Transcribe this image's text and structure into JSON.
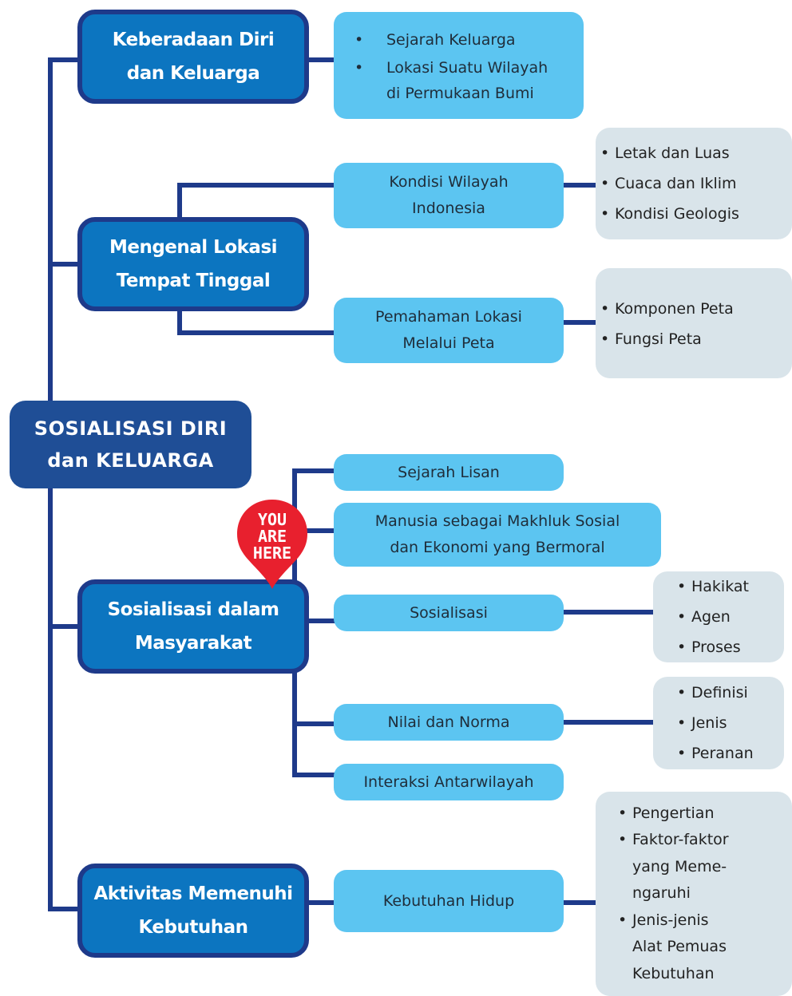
{
  "root": {
    "line1": "SOSIALISASI DIRI",
    "line2": "dan KELUARGA"
  },
  "topics": [
    {
      "title": [
        "Keberadaan Diri",
        "dan Keluarga"
      ],
      "items": [
        "Sejarah Keluarga",
        "Lokasi Suatu Wilayah",
        "di Permukaan Bumi"
      ]
    },
    {
      "title": [
        "Mengenal Lokasi",
        "Tempat Tinggal"
      ],
      "subs": [
        {
          "label": [
            "Kondisi Wilayah",
            "Indonesia"
          ],
          "details": [
            "Letak dan Luas",
            "Cuaca dan Iklim",
            "Kondisi Geologis"
          ]
        },
        {
          "label": [
            "Pemahaman Lokasi",
            "Melalui Peta"
          ],
          "details": [
            "Komponen Peta",
            "Fungsi Peta"
          ]
        }
      ]
    },
    {
      "title": [
        "Sosialisasi dalam",
        "Masyarakat"
      ],
      "subs": [
        {
          "label": [
            "Sejarah Lisan"
          ]
        },
        {
          "label": [
            "Manusia sebagai Makhluk Sosial",
            "dan Ekonomi yang Bermoral"
          ]
        },
        {
          "label": [
            "Sosialisasi"
          ],
          "details": [
            "Hakikat",
            "Agen",
            "Proses"
          ]
        },
        {
          "label": [
            "Nilai dan Norma"
          ],
          "details": [
            "Definisi",
            "Jenis",
            "Peranan"
          ]
        },
        {
          "label": [
            "Interaksi Antarwilayah"
          ]
        }
      ]
    },
    {
      "title": [
        "Aktivitas Memenuhi",
        "Kebutuhan"
      ],
      "subs": [
        {
          "label": [
            "Kebutuhan Hidup"
          ],
          "details": [
            "Pengertian",
            "Faktor-faktor",
            "yang Meme-",
            "ngaruhi",
            "Jenis-jenis",
            "Alat Pemuas",
            "Kebutuhan"
          ]
        }
      ]
    }
  ],
  "marker": {
    "line1": "YOU",
    "line2": "ARE",
    "line3": "HERE"
  },
  "colors": {
    "root": "#1f4e96",
    "main": "#0c75c0",
    "sub": "#5cc5f1",
    "detail": "#d9e4ea",
    "line": "#1e3a8a",
    "marker": "#e8202e"
  }
}
